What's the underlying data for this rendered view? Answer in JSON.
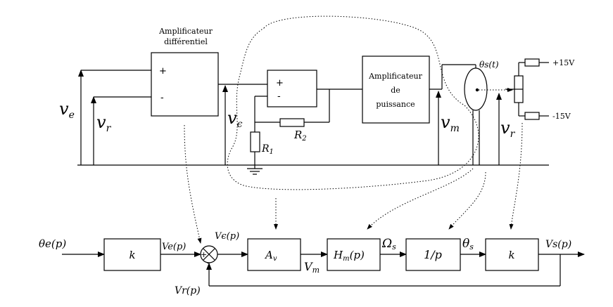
{
  "circuit": {
    "diff_amp_label_1": "Amplificateur",
    "diff_amp_label_2": "différentiel",
    "plus": "+",
    "minus": "-",
    "power_amp_label_1": "Amplificateur",
    "power_amp_label_2": "de",
    "power_amp_label_3": "puissance",
    "theta_s": "θs(t)",
    "v_plus": "+15V",
    "v_minus": "-15V",
    "r1": "R1",
    "r2": "R2",
    "ve": "ve",
    "vr_left": "vr",
    "veps": "vϵ",
    "vm": "vm",
    "vr_right": "vr"
  },
  "block": {
    "input": "θe(p)",
    "k1": "k",
    "ve_p": "Ve(p)",
    "veps_p": "Vϵ(p)",
    "sum_plus": "+",
    "sum_minus": "-",
    "av": "Av",
    "vm": "Vm",
    "hm": "Hm(p)",
    "omega": "Ωs",
    "integrator": "1/p",
    "theta": "θs",
    "k2": "k",
    "vs_p": "Vs(p)",
    "vr_p": "Vr(p)"
  }
}
